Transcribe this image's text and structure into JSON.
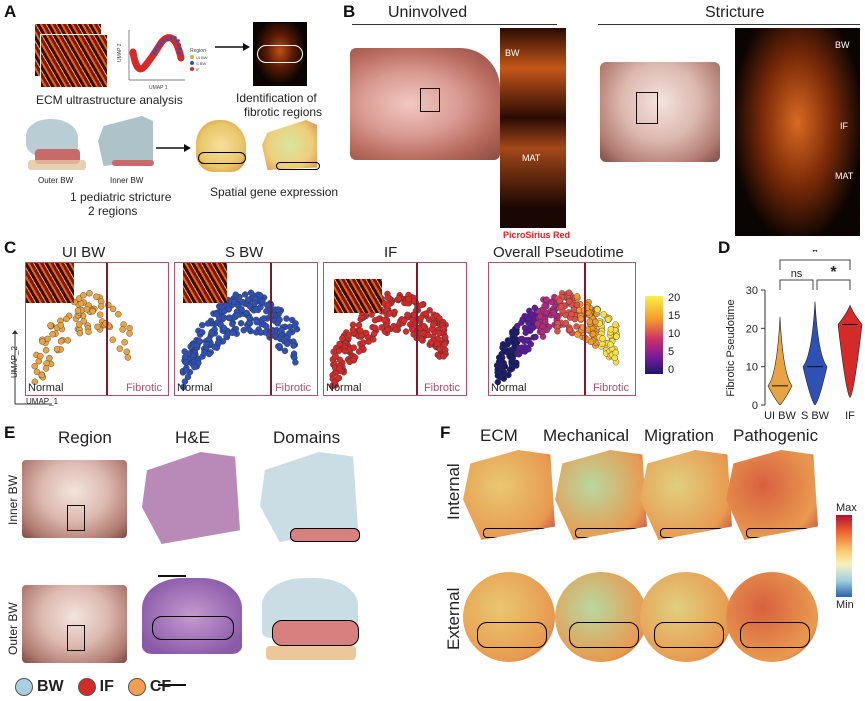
{
  "panel_labels": {
    "a": "A",
    "b": "B",
    "c": "C",
    "d": "D",
    "e": "E",
    "f": "F"
  },
  "panel_a": {
    "umap_xlabel": "UMAP 1",
    "umap_ylabel": "UMAP 2",
    "legend_title": "Region",
    "legend_items": [
      "UI BW",
      "S BW",
      "IF"
    ],
    "ecm_caption": "ECM ultrastructure analysis",
    "fibrotic_caption_1": "Identification of",
    "fibrotic_caption_2": "fibrotic regions",
    "outer_bw": "Outer BW",
    "inner_bw": "Inner BW",
    "stricture_1": "1 pediatric stricture",
    "stricture_2": "2 regions",
    "spatial_caption": "Spatial gene expression"
  },
  "panel_b": {
    "uninvolved": "Uninvolved",
    "stricture": "Stricture",
    "stain": "PicroSirius Red",
    "bw": "BW",
    "mat": "MAT",
    "if": "IF"
  },
  "panel_c": {
    "titles": [
      "UI BW",
      "S BW",
      "IF",
      "Overall Pseudotime"
    ],
    "normal": "Normal",
    "fibrotic": "Fibrotic",
    "xlabel": "UMAP_1",
    "ylabel": "UMAP_2",
    "colorbar_ticks": [
      "20",
      "15",
      "10",
      "5",
      "0"
    ],
    "colors": {
      "ui_bw": "#e8a444",
      "s_bw": "#2f50b4",
      "if": "#d42a2a"
    }
  },
  "chart_data": {
    "type": "violin",
    "categories": [
      "UI BW",
      "S BW",
      "IF"
    ],
    "ylabel": "Fibrotic Pseudotime",
    "yticks": [
      "0",
      "10",
      "20",
      "30"
    ],
    "ylim": [
      0,
      30
    ],
    "medians": [
      5,
      10,
      21
    ],
    "ranges": [
      [
        0,
        23
      ],
      [
        0,
        27
      ],
      [
        2,
        26
      ]
    ],
    "colors": [
      "#e8a444",
      "#2f50b4",
      "#d42a2a"
    ],
    "significance": [
      {
        "pair": [
          "UI BW",
          "S BW"
        ],
        "label": "ns"
      },
      {
        "pair": [
          "S BW",
          "IF"
        ],
        "label": "*"
      },
      {
        "pair": [
          "UI BW",
          "IF"
        ],
        "label": "*"
      }
    ]
  },
  "panel_e": {
    "titles": [
      "Region",
      "H&E",
      "Domains"
    ],
    "rows": [
      "Inner BW",
      "Outer BW"
    ],
    "legend": [
      {
        "label": "BW",
        "color": "#a9cfe0"
      },
      {
        "label": "IF",
        "color": "#d42a2a"
      },
      {
        "label": "CF",
        "color": "#f0a050"
      }
    ]
  },
  "panel_f": {
    "titles": [
      "ECM",
      "Mechanical",
      "Migration",
      "Pathogenic"
    ],
    "rows": [
      "Internal",
      "External"
    ],
    "colorbar_max": "Max",
    "colorbar_min": "Min"
  }
}
